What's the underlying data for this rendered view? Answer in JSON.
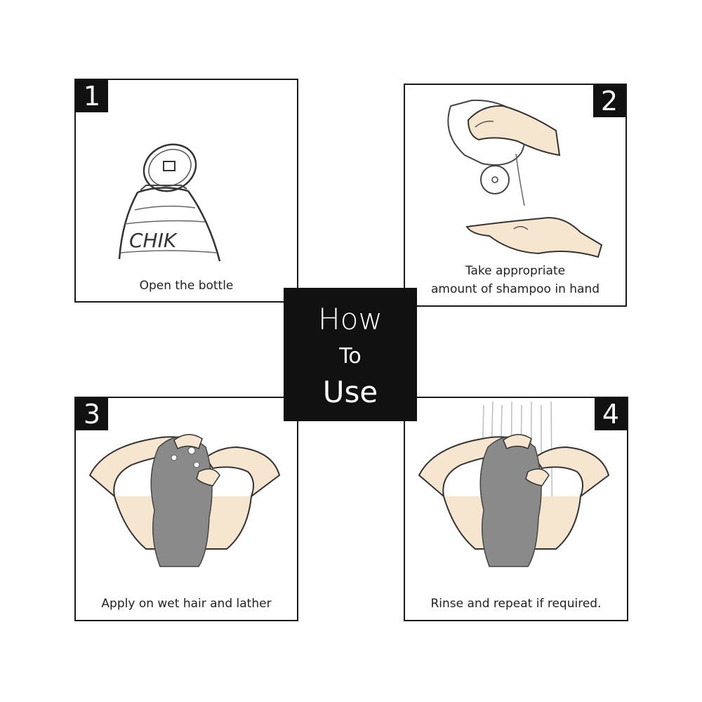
{
  "center": {
    "line1": "How",
    "line2": "To",
    "line3": "Use"
  },
  "steps": [
    {
      "number": "1",
      "caption": "Open the bottle",
      "bottle_brand": "CHIK"
    },
    {
      "number": "2",
      "caption_line1": "Take appropriate",
      "caption_line2": "amount of shampoo in hand"
    },
    {
      "number": "3",
      "caption": "Apply on wet hair and lather"
    },
    {
      "number": "4",
      "caption": "Rinse and repeat if required."
    }
  ],
  "colors": {
    "skin": "#f6e5cf",
    "ink": "#1a1a1a",
    "hair": "#8a8a8a",
    "badge": "#111111"
  }
}
